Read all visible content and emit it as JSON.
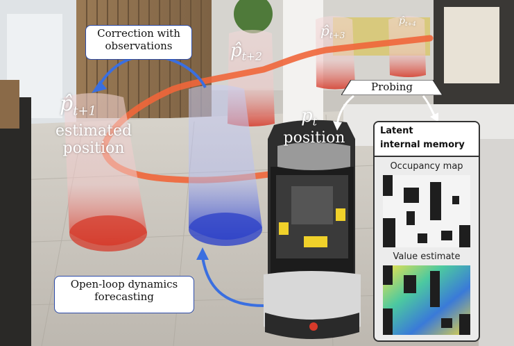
{
  "labels": {
    "correction": [
      "Correction with",
      "observations"
    ],
    "open_loop": [
      "Open-loop dynamics",
      "forecasting"
    ],
    "probing": "Probing",
    "estimated": [
      "estimated",
      "position"
    ],
    "position": "position"
  },
  "math": {
    "p_t1": {
      "base": "p̂",
      "sub": "t+1"
    },
    "p_t2": {
      "base": "p̂",
      "sub": "t+2"
    },
    "p_t3": {
      "base": "p̂",
      "sub": "t+3"
    },
    "p_t4": {
      "base": "p̂",
      "sub": "t+4"
    },
    "p_t": {
      "base": "p",
      "sub": "t"
    }
  },
  "panel": {
    "title": [
      "Latent",
      "internal memory"
    ],
    "occupancy": "Occupancy map",
    "value": "Value estimate"
  },
  "colors": {
    "blue_arrow": "#3a6fe0",
    "trajectory": "#f0663a",
    "red_cylinder": "#d63a2a",
    "blue_cylinder": "#2f44c8"
  }
}
